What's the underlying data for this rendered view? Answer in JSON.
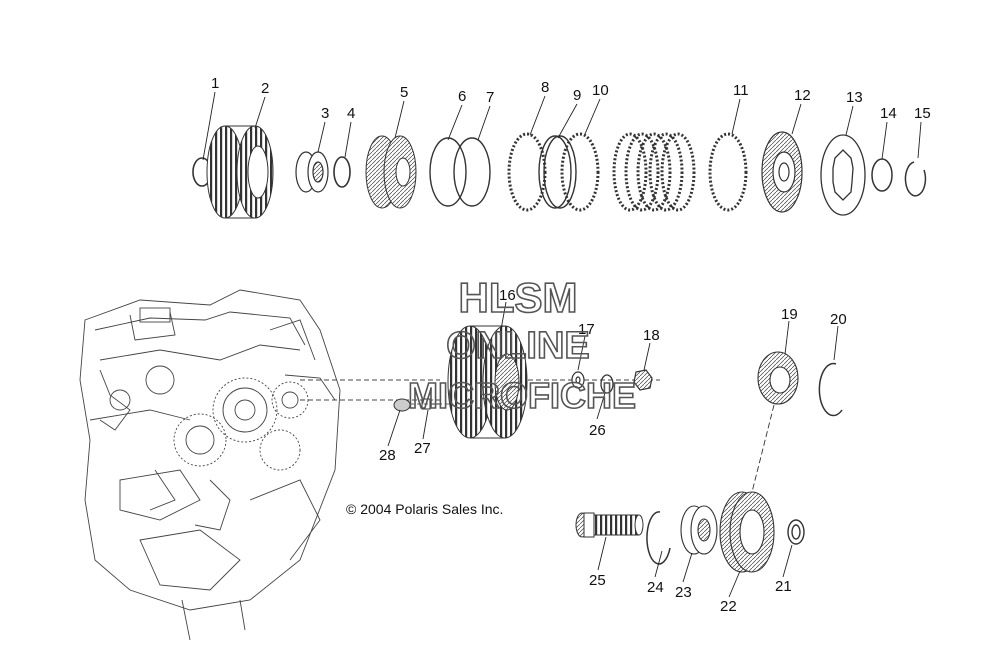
{
  "watermark": {
    "line1": "HLSM",
    "line2": "ONLINE",
    "line3": "MICROFICHE"
  },
  "copyright": "© 2004 Polaris Sales Inc.",
  "parts": [
    "1",
    "2",
    "3",
    "4",
    "5",
    "6",
    "7",
    "8",
    "9",
    "10",
    "11",
    "12",
    "13",
    "14",
    "15",
    "16",
    "17",
    "18",
    "19",
    "20",
    "21",
    "22",
    "23",
    "24",
    "25",
    "26",
    "27",
    "28"
  ],
  "colors": {
    "ink": "#111111",
    "line": "#333333",
    "watermark": "#555555"
  }
}
